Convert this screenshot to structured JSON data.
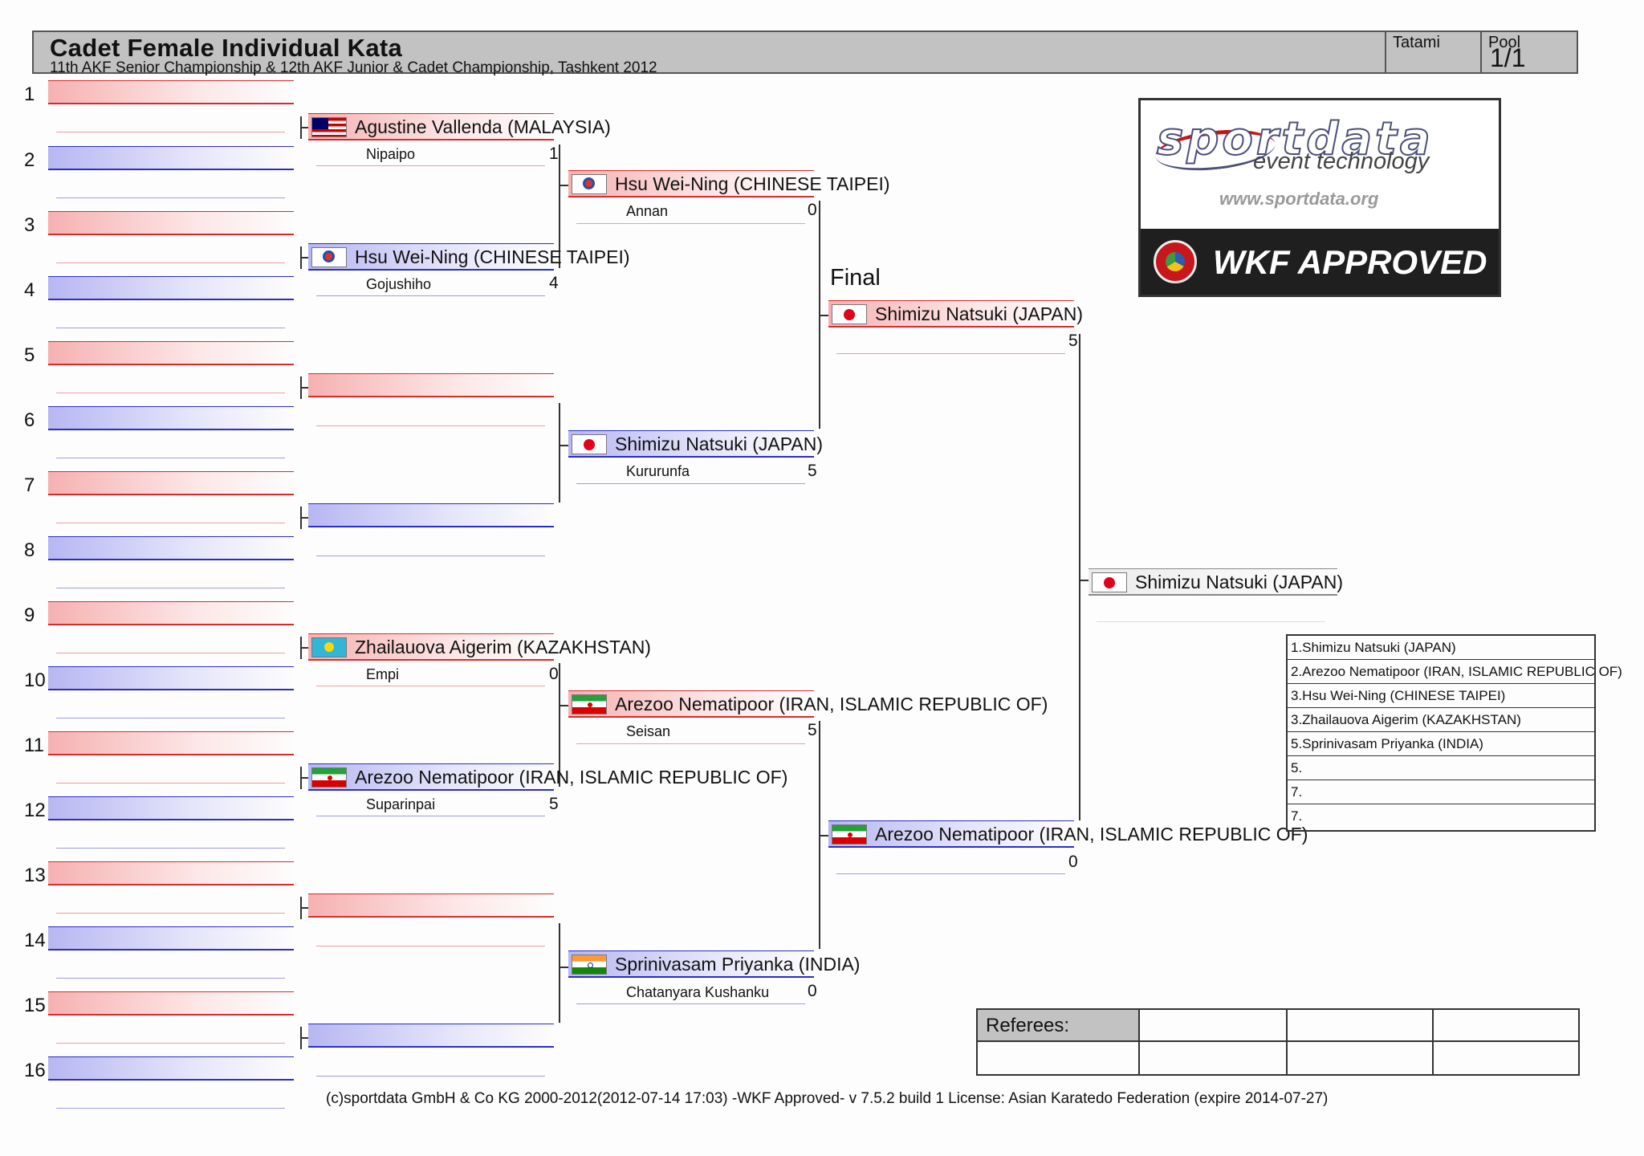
{
  "header": {
    "title": "Cadet Female Individual Kata",
    "subtitle": "11th AKF Senior Championship & 12th AKF Junior & Cadet Championship, Tashkent 2012",
    "tatami_label": "Tatami",
    "pool_label": "Pool",
    "pool_value": "1/1"
  },
  "seeds": [
    "1",
    "2",
    "3",
    "4",
    "5",
    "6",
    "7",
    "8",
    "9",
    "10",
    "11",
    "12",
    "13",
    "14",
    "15",
    "16"
  ],
  "round1": [
    {
      "name": "Agustine Vallenda (MALAYSIA)",
      "kata": "Nipaipo",
      "score": "1",
      "flag": "MY"
    },
    {
      "name": "Hsu Wei-Ning (CHINESE TAIPEI)",
      "kata": "Gojushiho",
      "score": "4",
      "flag": "TPE"
    },
    {
      "name": "Zhailauova Aigerim (KAZAKHSTAN)",
      "kata": "Empi",
      "score": "0",
      "flag": "KZ"
    },
    {
      "name": "Arezoo Nematipoor (IRAN, ISLAMIC REPUBLIC OF)",
      "kata": "Suparinpai",
      "score": "5",
      "flag": "IR"
    }
  ],
  "round2": [
    {
      "name": "Hsu Wei-Ning (CHINESE TAIPEI)",
      "kata": "Annan",
      "score": "0",
      "flag": "TPE"
    },
    {
      "name": "Shimizu Natsuki (JAPAN)",
      "kata": "Kururunfa",
      "score": "5",
      "flag": "JP"
    },
    {
      "name": "Arezoo Nematipoor (IRAN, ISLAMIC REPUBLIC OF)",
      "kata": "Seisan",
      "score": "5",
      "flag": "IR"
    },
    {
      "name": "Sprinivasam Priyanka (INDIA)",
      "kata": "Chatanyara Kushanku",
      "score": "0",
      "flag": "IN"
    }
  ],
  "final": {
    "label": "Final",
    "red": {
      "name": "Shimizu Natsuki (JAPAN)",
      "score": "5",
      "flag": "JP"
    },
    "blue": {
      "name": "Arezoo Nematipoor (IRAN, ISLAMIC REPUBLIC OF)",
      "score": "0",
      "flag": "IR"
    }
  },
  "winner": {
    "name": "Shimizu Natsuki (JAPAN)",
    "flag": "JP"
  },
  "logo": {
    "brand": "sportdata",
    "tagline": "event technology",
    "url": "www.sportdata.org",
    "approval": "WKF APPROVED"
  },
  "results": [
    "1.Shimizu Natsuki (JAPAN)",
    "2.Arezoo Nematipoor (IRAN, ISLAMIC REPUBLIC OF)",
    "3.Hsu Wei-Ning (CHINESE TAIPEI)",
    "3.Zhailauova Aigerim (KAZAKHSTAN)",
    "5.Sprinivasam Priyanka (INDIA)",
    "5.",
    "7.",
    "7."
  ],
  "referees": {
    "label": "Referees:"
  },
  "footer": "(c)sportdata GmbH & Co KG 2000-2012(2012-07-14 17:03) -WKF Approved- v 7.5.2 build 1 License: Asian Karatedo Federation (expire 2014-07-27)"
}
